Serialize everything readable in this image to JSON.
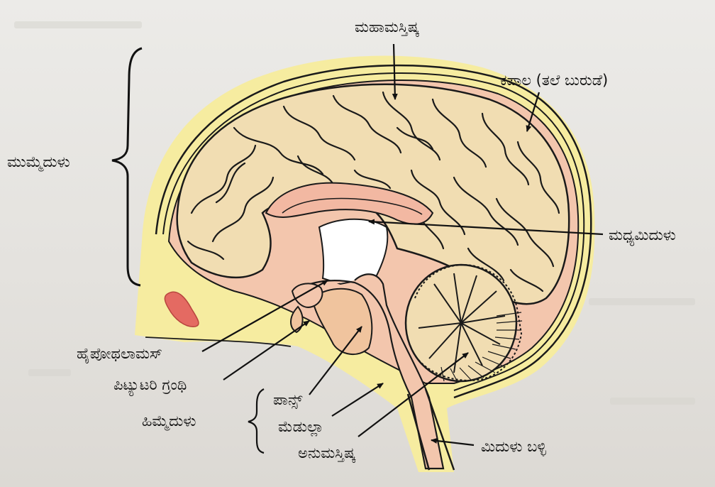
{
  "labels": {
    "cerebrum": "ಮಹಾಮಸ್ತಿಷ್ಕ",
    "skull": "ಕಪಾಲ (ತಲೆ ಬುರುಡೆ)",
    "forebrain": "ಮುಮ್ಮೆದುಳು",
    "midbrain": "ಮಧ್ಯಮಿದುಳು",
    "hypothalamus": "ಹೈಪೋಥಲಾಮಸ್",
    "pituitary": "ಪಿಟ್ಯುಟರಿ ಗ್ರಂಥಿ",
    "hindbrain": "ಹಿಮ್ಮೆದುಳು",
    "pons": "ಪಾನ್ಸ್",
    "medulla": "ಮೆಡುಲ್ಲಾ",
    "cerebellum": "ಅನುಮಸ್ತಿಷ್ಕ",
    "spinal_cord": "ಮಿದುಳು ಬಳ್ಳಿ"
  },
  "colors": {
    "cerebrum_fill": "#f1ddb2",
    "skin_yellow": "#f6eca0",
    "tissue_pink": "#f3c6ad",
    "corpus_callosum": "#f2b8a2",
    "eye_red": "#e46a62",
    "outline": "#1a1a1a"
  }
}
